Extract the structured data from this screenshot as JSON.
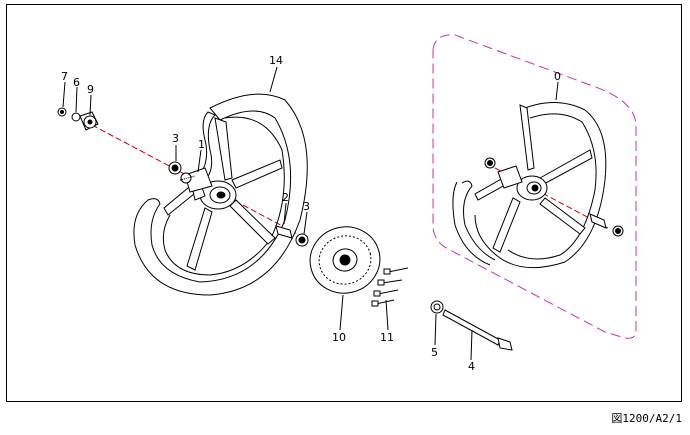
{
  "callouts": {
    "c7": "7",
    "c6": "6",
    "c9": "9",
    "c14": "14",
    "c3a": "3",
    "c1": "1",
    "c2": "2",
    "c3b": "3",
    "c0": "0",
    "c10": "10",
    "c11": "11",
    "c5": "5",
    "c4": "4"
  },
  "footer": {
    "page_code": "図1200/A2/1"
  },
  "colors": {
    "line": "#000000",
    "axis": "#cc0000",
    "assembly_box": "#cc33aa"
  }
}
